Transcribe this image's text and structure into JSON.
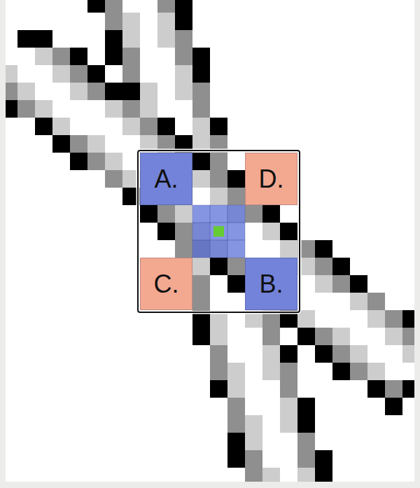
{
  "diagram": {
    "nodes": [
      {
        "text": [
          "A."
        ]
      },
      {
        "text": [
          "D."
        ]
      },
      {
        "text": [
          "C."
        ]
      },
      {
        "text": [
          "B."
        ]
      }
    ]
  }
}
